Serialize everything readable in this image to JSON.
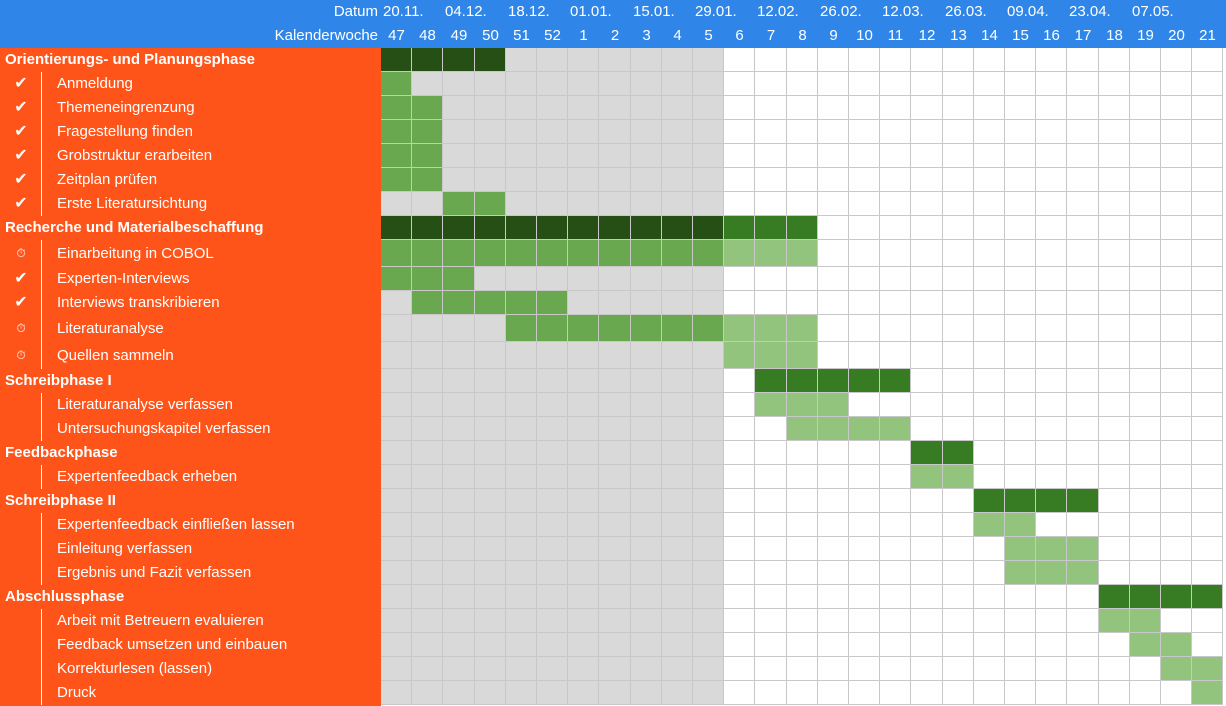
{
  "header": {
    "date_label": "Datum",
    "week_label": "Kalenderwoche",
    "dates": [
      "20.11.",
      "04.12.",
      "18.12.",
      "01.01.",
      "15.01.",
      "29.01.",
      "12.02.",
      "26.02.",
      "12.03.",
      "26.03.",
      "09.04.",
      "23.04.",
      "07.05."
    ],
    "weeks": [
      "47",
      "48",
      "49",
      "50",
      "51",
      "52",
      "1",
      "2",
      "3",
      "4",
      "5",
      "6",
      "7",
      "8",
      "9",
      "10",
      "11",
      "12",
      "13",
      "14",
      "15",
      "16",
      "17",
      "18",
      "19",
      "20",
      "21"
    ]
  },
  "colors": {
    "header_bg": "#2f86e8",
    "left_panel_bg": "#ff5419",
    "past_bg": "#d9d9d9",
    "future_bg": "#ffffff",
    "grid": "#c8c8c8",
    "phase_done": "#254f15",
    "phase_planned": "#377b22",
    "task_done": "#6aa84f",
    "task_planned": "#93c47d"
  },
  "legend_icons": {
    "done": "check-icon",
    "in_progress": "stopwatch-icon"
  },
  "chart_data": {
    "type": "gantt",
    "elapsed_weeks": 11,
    "weeks": [
      "47",
      "48",
      "49",
      "50",
      "51",
      "52",
      "1",
      "2",
      "3",
      "4",
      "5",
      "6",
      "7",
      "8",
      "9",
      "10",
      "11",
      "12",
      "13",
      "14",
      "15",
      "16",
      "17",
      "18",
      "19",
      "20",
      "21"
    ],
    "rows": [
      {
        "kind": "phase",
        "label": "Orientierungs- und Planungsphase",
        "start": 0,
        "end": 3
      },
      {
        "kind": "task",
        "status": "done",
        "label": "Anmeldung",
        "start": 0,
        "end": 0
      },
      {
        "kind": "task",
        "status": "done",
        "label": "Themeneingrenzung",
        "start": 0,
        "end": 1
      },
      {
        "kind": "task",
        "status": "done",
        "label": "Fragestellung finden",
        "start": 0,
        "end": 1
      },
      {
        "kind": "task",
        "status": "done",
        "label": "Grobstruktur erarbeiten",
        "start": 0,
        "end": 1
      },
      {
        "kind": "task",
        "status": "done",
        "label": "Zeitplan prüfen",
        "start": 0,
        "end": 1
      },
      {
        "kind": "task",
        "status": "done",
        "label": "Erste Literatursichtung",
        "start": 2,
        "end": 3
      },
      {
        "kind": "phase",
        "label": "Recherche und Materialbeschaffung",
        "start": 0,
        "end": 13
      },
      {
        "kind": "task",
        "status": "in_progress",
        "label": "Einarbeitung in COBOL",
        "start": 0,
        "end": 13
      },
      {
        "kind": "task",
        "status": "done",
        "label": "Experten-Interviews",
        "start": 0,
        "end": 2
      },
      {
        "kind": "task",
        "status": "done",
        "label": "Interviews transkribieren",
        "start": 1,
        "end": 5
      },
      {
        "kind": "task",
        "status": "in_progress",
        "label": "Literaturanalyse",
        "start": 4,
        "end": 13
      },
      {
        "kind": "task",
        "status": "in_progress",
        "label": "Quellen sammeln",
        "start": 11,
        "end": 13
      },
      {
        "kind": "phase",
        "label": "Schreibphase I",
        "start": 12,
        "end": 16
      },
      {
        "kind": "task",
        "status": "none",
        "label": "Literaturanalyse verfassen",
        "start": 12,
        "end": 14
      },
      {
        "kind": "task",
        "status": "none",
        "label": "Untersuchungskapitel verfassen",
        "start": 13,
        "end": 16
      },
      {
        "kind": "phase",
        "label": "Feedbackphase",
        "start": 17,
        "end": 18
      },
      {
        "kind": "task",
        "status": "none",
        "label": "Expertenfeedback erheben",
        "start": 17,
        "end": 18
      },
      {
        "kind": "phase",
        "label": "Schreibphase II",
        "start": 19,
        "end": 22
      },
      {
        "kind": "task",
        "status": "none",
        "label": "Expertenfeedback einfließen lassen",
        "start": 19,
        "end": 20
      },
      {
        "kind": "task",
        "status": "none",
        "label": "Einleitung verfassen",
        "start": 20,
        "end": 22
      },
      {
        "kind": "task",
        "status": "none",
        "label": "Ergebnis und Fazit verfassen",
        "start": 20,
        "end": 22
      },
      {
        "kind": "phase",
        "label": "Abschlussphase",
        "start": 23,
        "end": 26
      },
      {
        "kind": "task",
        "status": "none",
        "label": "Arbeit mit Betreuern evaluieren",
        "start": 23,
        "end": 24
      },
      {
        "kind": "task",
        "status": "none",
        "label": "Feedback umsetzen und einbauen",
        "start": 24,
        "end": 25
      },
      {
        "kind": "task",
        "status": "none",
        "label": "Korrekturlesen (lassen)",
        "start": 25,
        "end": 26
      },
      {
        "kind": "task",
        "status": "none",
        "label": "Druck",
        "start": 26,
        "end": 26
      }
    ]
  }
}
